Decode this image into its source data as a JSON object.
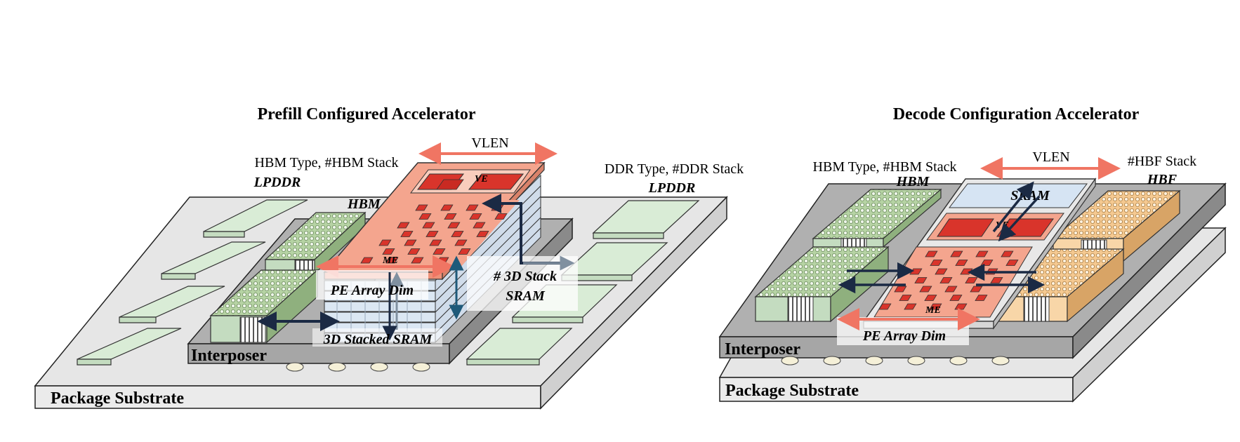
{
  "prefill": {
    "title": "Prefill Configured Accelerator",
    "hbm_type_label": "HBM Type, #HBM Stack",
    "lpddr_left": "LPDDR",
    "hbm_label": "HBM",
    "vlen": "VLEN",
    "ve": "VE",
    "me": "ME",
    "ddr_type_label": "DDR Type, #DDR Stack",
    "lpddr_right": "LPDDR",
    "stack_label": "# 3D Stack",
    "sram_label": "SRAM",
    "pe_array": "PE Array Dim",
    "stacked_sram": "3D Stacked SRAM",
    "interposer": "Interposer",
    "substrate": "Package Substrate"
  },
  "decode": {
    "title": "Decode Configuration Accelerator",
    "hbm_type_label": "HBM Type, #HBM Stack",
    "hbm_label": "HBM",
    "vlen": "VLEN",
    "sram": "SRAM",
    "ve": "VE",
    "me": "ME",
    "hbf_stack_label": "#HBF Stack",
    "hbf_label": "HBF",
    "pe_array": "PE Array Dim",
    "interposer": "Interposer",
    "substrate": "Package Substrate"
  },
  "colors": {
    "substrate": "#e6e6e6",
    "interposer": "#a6a6a6",
    "lpddr_green": "#d9ecd6",
    "hbm_green": "#b6d3a4",
    "hbf_orange": "#f5c991",
    "pe_salmon": "#f4a58e",
    "pe_cell": "#d9342b",
    "vlen_arrow": "#f07563",
    "dark_arrow": "#1b2a44",
    "teal_arrow": "#1f5a7a",
    "sram_blue": "#d6e4f3"
  }
}
